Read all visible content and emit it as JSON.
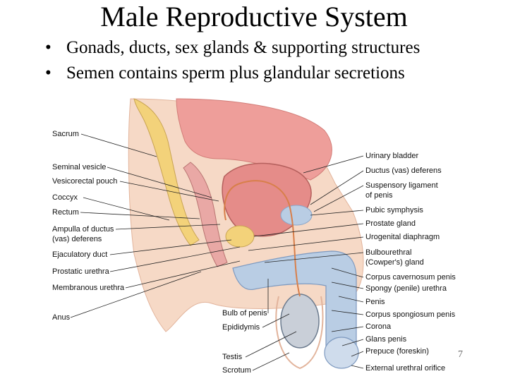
{
  "slide": {
    "title": "Male Reproductive System",
    "bullets": [
      "Gonads, ducts, sex glands & supporting structures",
      "Semen contains sperm plus glandular secretions"
    ],
    "bullet_glyph": "•",
    "slide_number": "7"
  },
  "diagram": {
    "left_labels": [
      "Sacrum",
      "Seminal vesicle",
      "Vesicorectal pouch",
      "Coccyx",
      "Rectum",
      "Ampulla of ductus",
      "(vas) deferens",
      "Ejaculatory duct",
      "Prostatic urethra",
      "Membranous urethra",
      "Anus"
    ],
    "bottom_labels": [
      "Bulb of penis",
      "Epididymis",
      "Testis",
      "Scrotum"
    ],
    "right_labels": [
      "Urinary bladder",
      "Ductus (vas) deferens",
      "Suspensory ligament",
      "of penis",
      "Pubic symphysis",
      "Prostate gland",
      "Urogenital diaphragm",
      "Bulbourethral",
      "(Cowper's) gland",
      "Corpus cavernosum penis",
      "Spongy (penile) urethra",
      "Penis",
      "Corpus spongiosum penis",
      "Corona",
      "Glans penis",
      "Prepuce (foreskin)",
      "External urethral orifice"
    ]
  },
  "colors": {
    "background": "#ffffff",
    "text": "#000000",
    "leader": "#222222",
    "muscle": "#e9a8a5",
    "tissue": "#f6d9c6",
    "yellow": "#f3d27a",
    "blue": "#b9cde4",
    "bone": "#f2ead5"
  }
}
